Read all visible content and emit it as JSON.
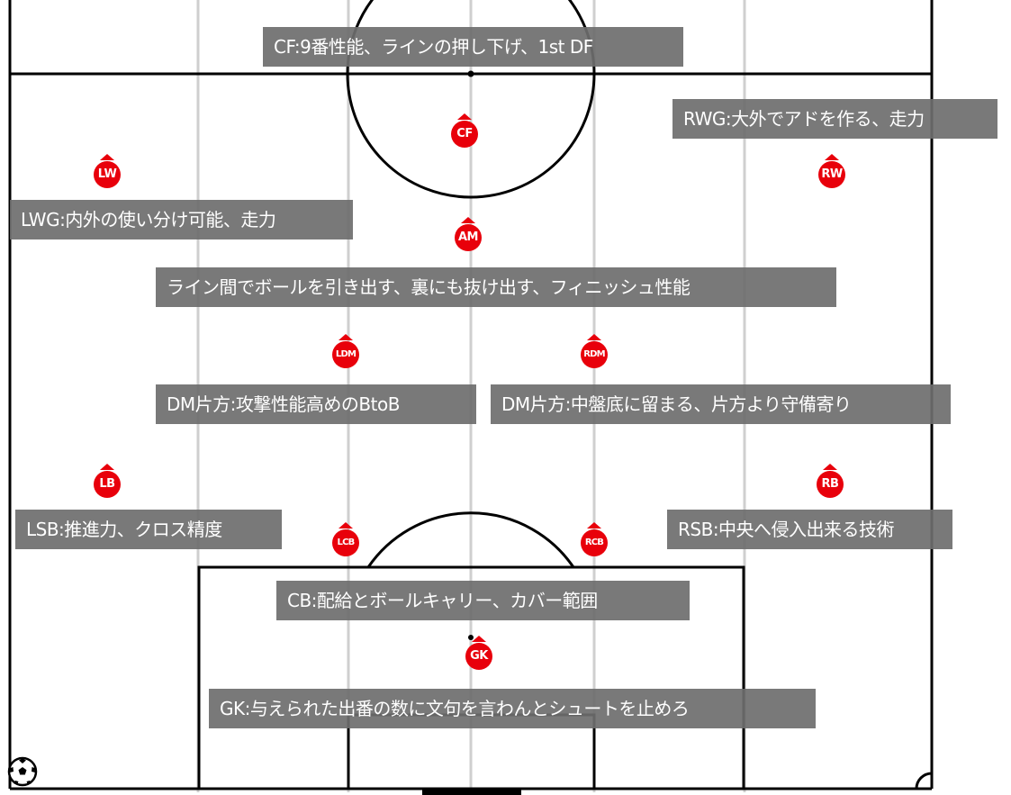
{
  "colors": {
    "marker": "#e8000b",
    "label_bg": "#6e6e6e",
    "line": "#000000",
    "stripe": "#cfcfcf"
  },
  "players": [
    {
      "id": "cf",
      "label": "CF"
    },
    {
      "id": "lw",
      "label": "LW"
    },
    {
      "id": "rw",
      "label": "RW"
    },
    {
      "id": "am",
      "label": "AM"
    },
    {
      "id": "ldm",
      "label": "LDM"
    },
    {
      "id": "rdm",
      "label": "RDM"
    },
    {
      "id": "lb",
      "label": "LB"
    },
    {
      "id": "rb",
      "label": "RB"
    },
    {
      "id": "lcb",
      "label": "LCB"
    },
    {
      "id": "rcb",
      "label": "RCB"
    },
    {
      "id": "gk",
      "label": "GK"
    }
  ],
  "notes": {
    "cf": "CF:9番性能、ラインの押し下げ、1st DF",
    "rwg": "RWG:大外でアドを作る、走力",
    "lwg": "LWG:内外の使い分け可能、走力",
    "am": "ライン間でボールを引き出す、裏にも抜け出す、フィニッシュ性能",
    "ldm": "DM片方:攻撃性能高めのBtoB",
    "rdm": "DM片方:中盤底に留まる、片方より守備寄り",
    "lsb": "LSB:推進力、クロス精度",
    "rsb": "RSB:中央へ侵入出来る技術",
    "cb": "CB:配給とボールキャリー、カバー範囲",
    "gk": "GK:与えられた出番の数に文句を言わんとシュートを止めろ"
  },
  "icons": {
    "ball": "soccer-ball-icon"
  }
}
